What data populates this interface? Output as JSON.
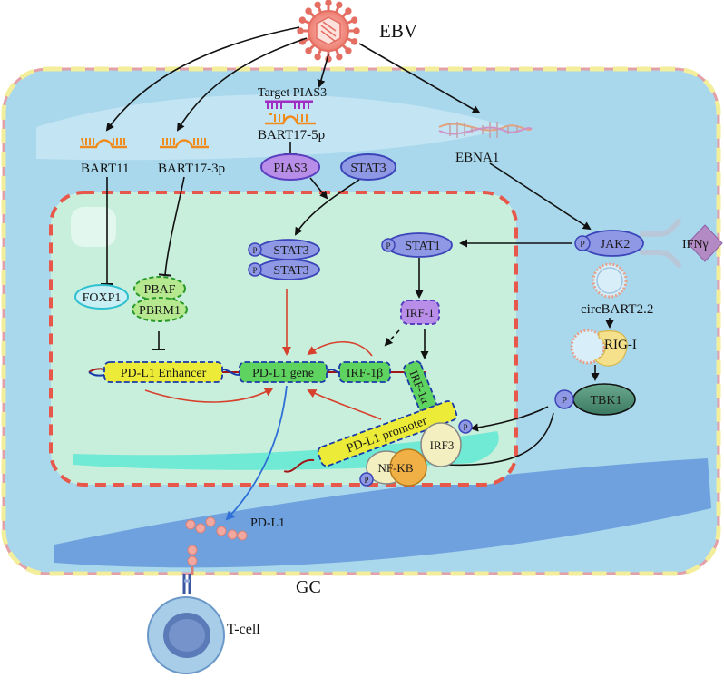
{
  "virus": {
    "label": "EBV"
  },
  "mirnas": {
    "bart11": "BART11",
    "bart17_3p": "BART17-3p",
    "target_pias3": "Target PIAS3",
    "bart17_5p": "BART17-5p"
  },
  "ebna1": "EBNA1",
  "proteins": {
    "pias3": "PIAS3",
    "stat3": "STAT3",
    "stat3_dimer_top": "STAT3",
    "stat3_dimer_bottom": "STAT3",
    "stat1": "STAT1",
    "jak2": "JAK2",
    "ifng": "IFNγ",
    "circbart": "circBART2.2",
    "rigi": "RIG-I",
    "tbk1": "TBK1",
    "irf1": "IRF-1",
    "irf3": "IRF3",
    "nfkb": "NF-KB",
    "foxp1": "FOXP1",
    "pbaf": "PBAF",
    "pbrm1": "PBRM1",
    "pdl1_surface": "PD-L1",
    "p": "P"
  },
  "dna": {
    "enhancer": "PD-L1 Enhancer",
    "gene": "PD-L1 gene",
    "irf1b": "IRF-1β",
    "irf1a": "IRF-1α",
    "promoter": "PD-L1 promoter"
  },
  "cell_labels": {
    "gc": "GC",
    "tcell": "T-cell"
  },
  "colors": {
    "cell_fill": "#a9d8ec",
    "nucleus_fill": "#c8efdc",
    "dash_red": "#e8584a",
    "arrow_red": "#d6402c",
    "arrow_blue": "#2f6fd6",
    "protein_blue": "#8f98e4",
    "protein_purple": "#b88ee8",
    "green_block": "#5fd35f",
    "yellow_block": "#ecec38",
    "tbk1_green": "#4f8f76",
    "virus_pink": "#f08a80"
  }
}
